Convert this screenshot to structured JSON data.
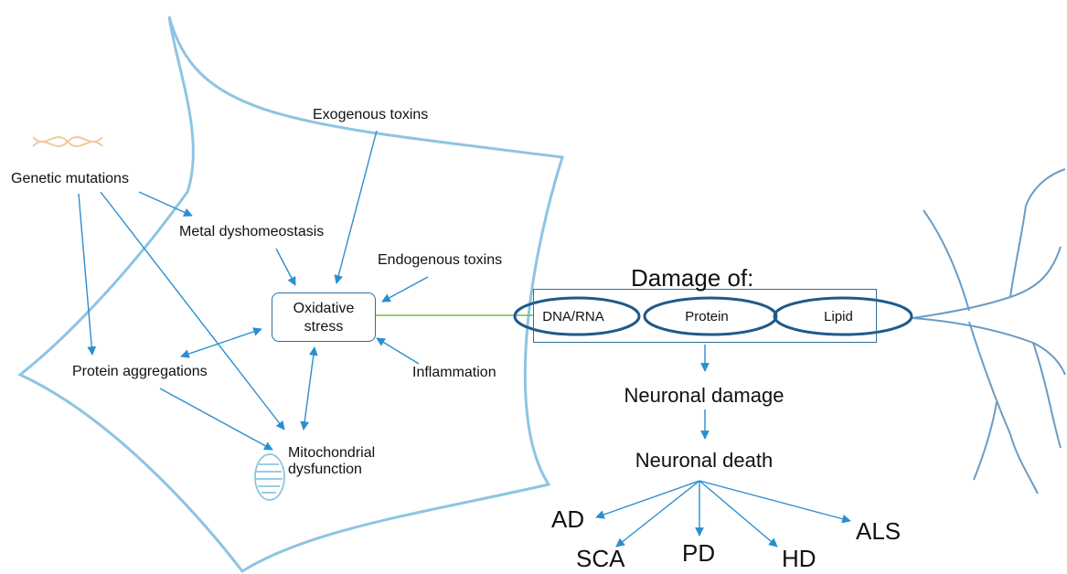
{
  "diagram": {
    "damage_title": "Damage of:",
    "molecules": [
      "DNA/RNA",
      "Protein",
      "Lipid"
    ],
    "oxidative_stress": [
      "Oxidative",
      "stress"
    ],
    "causes": {
      "genetic": "Genetic mutations",
      "metal": "Metal dyshomeostasis",
      "exogenous": "Exogenous toxins",
      "endogenous": "Endogenous toxins",
      "inflammation": "Inflammation",
      "protein_agg": "Protein aggregations",
      "mito": [
        "Mitochondrial",
        "dysfunction"
      ]
    },
    "outcomes": {
      "neuronal_damage": "Neuronal damage",
      "neuronal_death": "Neuronal death"
    },
    "diseases": [
      "AD",
      "SCA",
      "PD",
      "HD",
      "ALS"
    ],
    "colors": {
      "outline": "#8ec4e3",
      "arrow": "#2b8fcf",
      "box": "#2f6e9c",
      "link": "#6cbf4f"
    }
  }
}
